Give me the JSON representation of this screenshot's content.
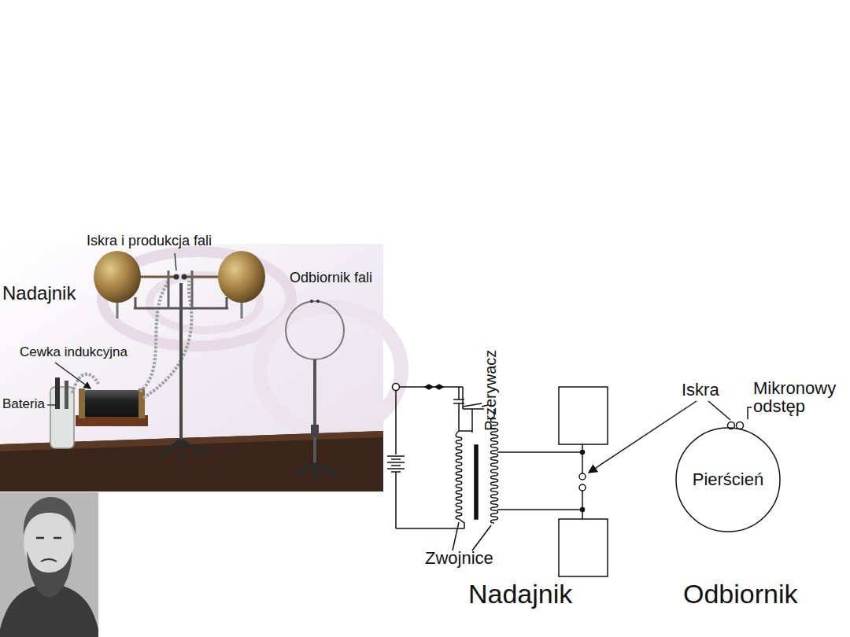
{
  "diagram": {
    "nodes": [
      {
        "text": [
          "Pierścień"
        ]
      }
    ],
    "labels": [
      "Nadajnik",
      "Iskra i produkcja fali",
      "Odbiornik fali",
      "Cewka indukcyjna",
      "Bateria",
      "Przerywacz",
      "Iskra",
      "Mikronowy odstęp",
      "Zwojnice",
      "Nadajnik",
      "Odbiornik"
    ]
  }
}
